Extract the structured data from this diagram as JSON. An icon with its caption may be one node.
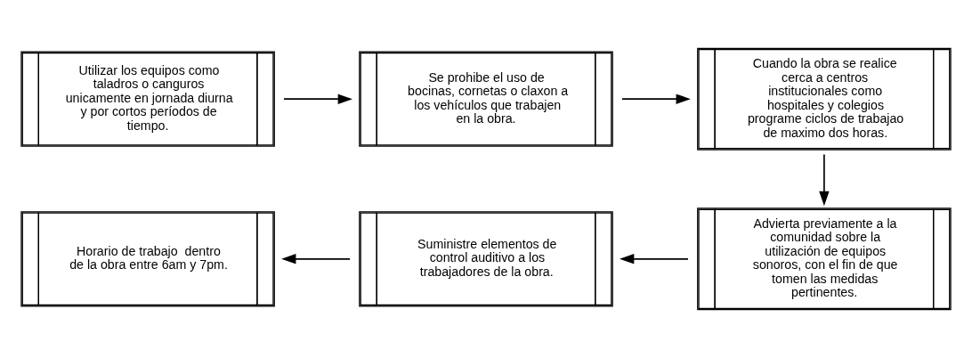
{
  "diagram": {
    "nodes": [
      {
        "text": [
          "Utilizar los equipos como taladros o canguros unicamente en jornada diurna y por cortos períodos de tiempo."
        ]
      },
      {
        "text": [
          "Se prohibe el uso de bocinas, cornetas o claxon a los vehículos que trabajen en la obra."
        ]
      },
      {
        "text": [
          "Cuando la obra se realice cerca a centros institucionales como hospitales y colegios programe ciclos de trabajao de maximo dos horas."
        ]
      },
      {
        "text": [
          "Advierta previamente a la comunidad sobre la utilización de equipos sonoros, con el fin de que tomen las medidas pertinentes."
        ]
      },
      {
        "text": [
          "Suministre elementos de control auditivo a los trabajadores de la obra."
        ]
      },
      {
        "text": [
          "Horario de trabajo  dentro de la obra entre 6am y 7pm."
        ]
      }
    ],
    "edges": [
      {
        "from": 0,
        "to": 1,
        "arrow": "to"
      },
      {
        "from": 1,
        "to": 2,
        "arrow": "to"
      },
      {
        "from": 2,
        "to": 3,
        "arrow": "to"
      },
      {
        "from": 3,
        "to": 4,
        "arrow": "to"
      },
      {
        "from": 4,
        "to": 5,
        "arrow": "to"
      }
    ]
  }
}
